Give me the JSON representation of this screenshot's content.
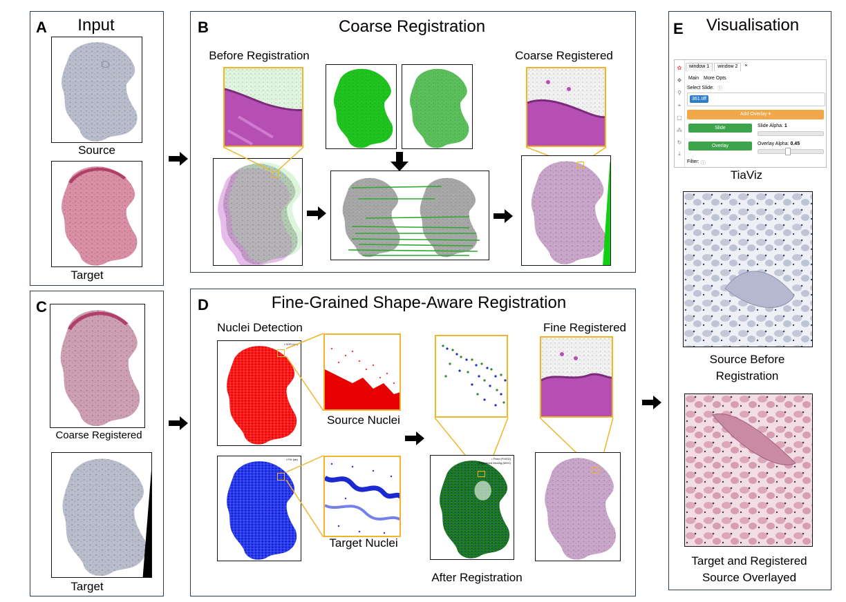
{
  "panels": {
    "a": {
      "label": "A",
      "title": "Input",
      "source_caption": "Source",
      "target_caption": "Target"
    },
    "b": {
      "label": "B",
      "title": "Coarse Registration",
      "before_caption": "Before Registration",
      "after_caption": "Coarse Registered"
    },
    "c": {
      "label": "C",
      "coarse_caption": "Coarse Registered",
      "target_caption": "Target"
    },
    "d": {
      "label": "D",
      "title": "Fine-Grained Shape-Aware Registration",
      "nuclei_detection": "Nuclei Detection",
      "source_nuclei": "Source Nuclei",
      "target_nuclei": "Target Nuclei",
      "after_registration": "After Registration",
      "fine_registered": "Fine Registered"
    },
    "e": {
      "label": "E",
      "title": "Visualisation",
      "tiaviz_caption": "TiaViz",
      "source_before_line1": "Source Before",
      "source_before_line2": "Registration",
      "overlay_line1": "Target and Registered",
      "overlay_line2": "Source Overlayed"
    }
  },
  "tiaviz": {
    "tab1": "window 1",
    "tab2": "window 2",
    "close": "×",
    "subtab_main": "Main",
    "subtab_more": "More Opts",
    "select_slide_label": "Select Slide:",
    "slide_chip": "361.tiff",
    "add_overlay": "Add Overlay ▾",
    "slide_button": "Slide",
    "slide_alpha_label": "Slide Alpha: ",
    "slide_alpha_value": "1",
    "overlay_button": "Overlay",
    "overlay_alpha_label": "Overlay Alpha: ",
    "overlay_alpha_value": "0.45",
    "filter_label": "Filter:"
  },
  "legends": {
    "target_nuclei_legend": "• FIX (tar)",
    "source_nuclei_legend": "• SOS (src)",
    "after_fixed": "• Fixed (FIXED)",
    "after_moving": "• Registered Moving (MOV)"
  },
  "colors": {
    "panel_border": "#2a3c4e",
    "zoom_border": "#f0b429",
    "source_stain": "#b8bccb",
    "target_stain": "#d98fa5",
    "source_nuclei": "#e00000",
    "target_nuclei": "#1020d8",
    "registered_nuclei": "#1f7a1f",
    "match_line": "#3db83d",
    "tiaviz_green": "#3ea44b",
    "tiaviz_orange": "#f0a848"
  }
}
